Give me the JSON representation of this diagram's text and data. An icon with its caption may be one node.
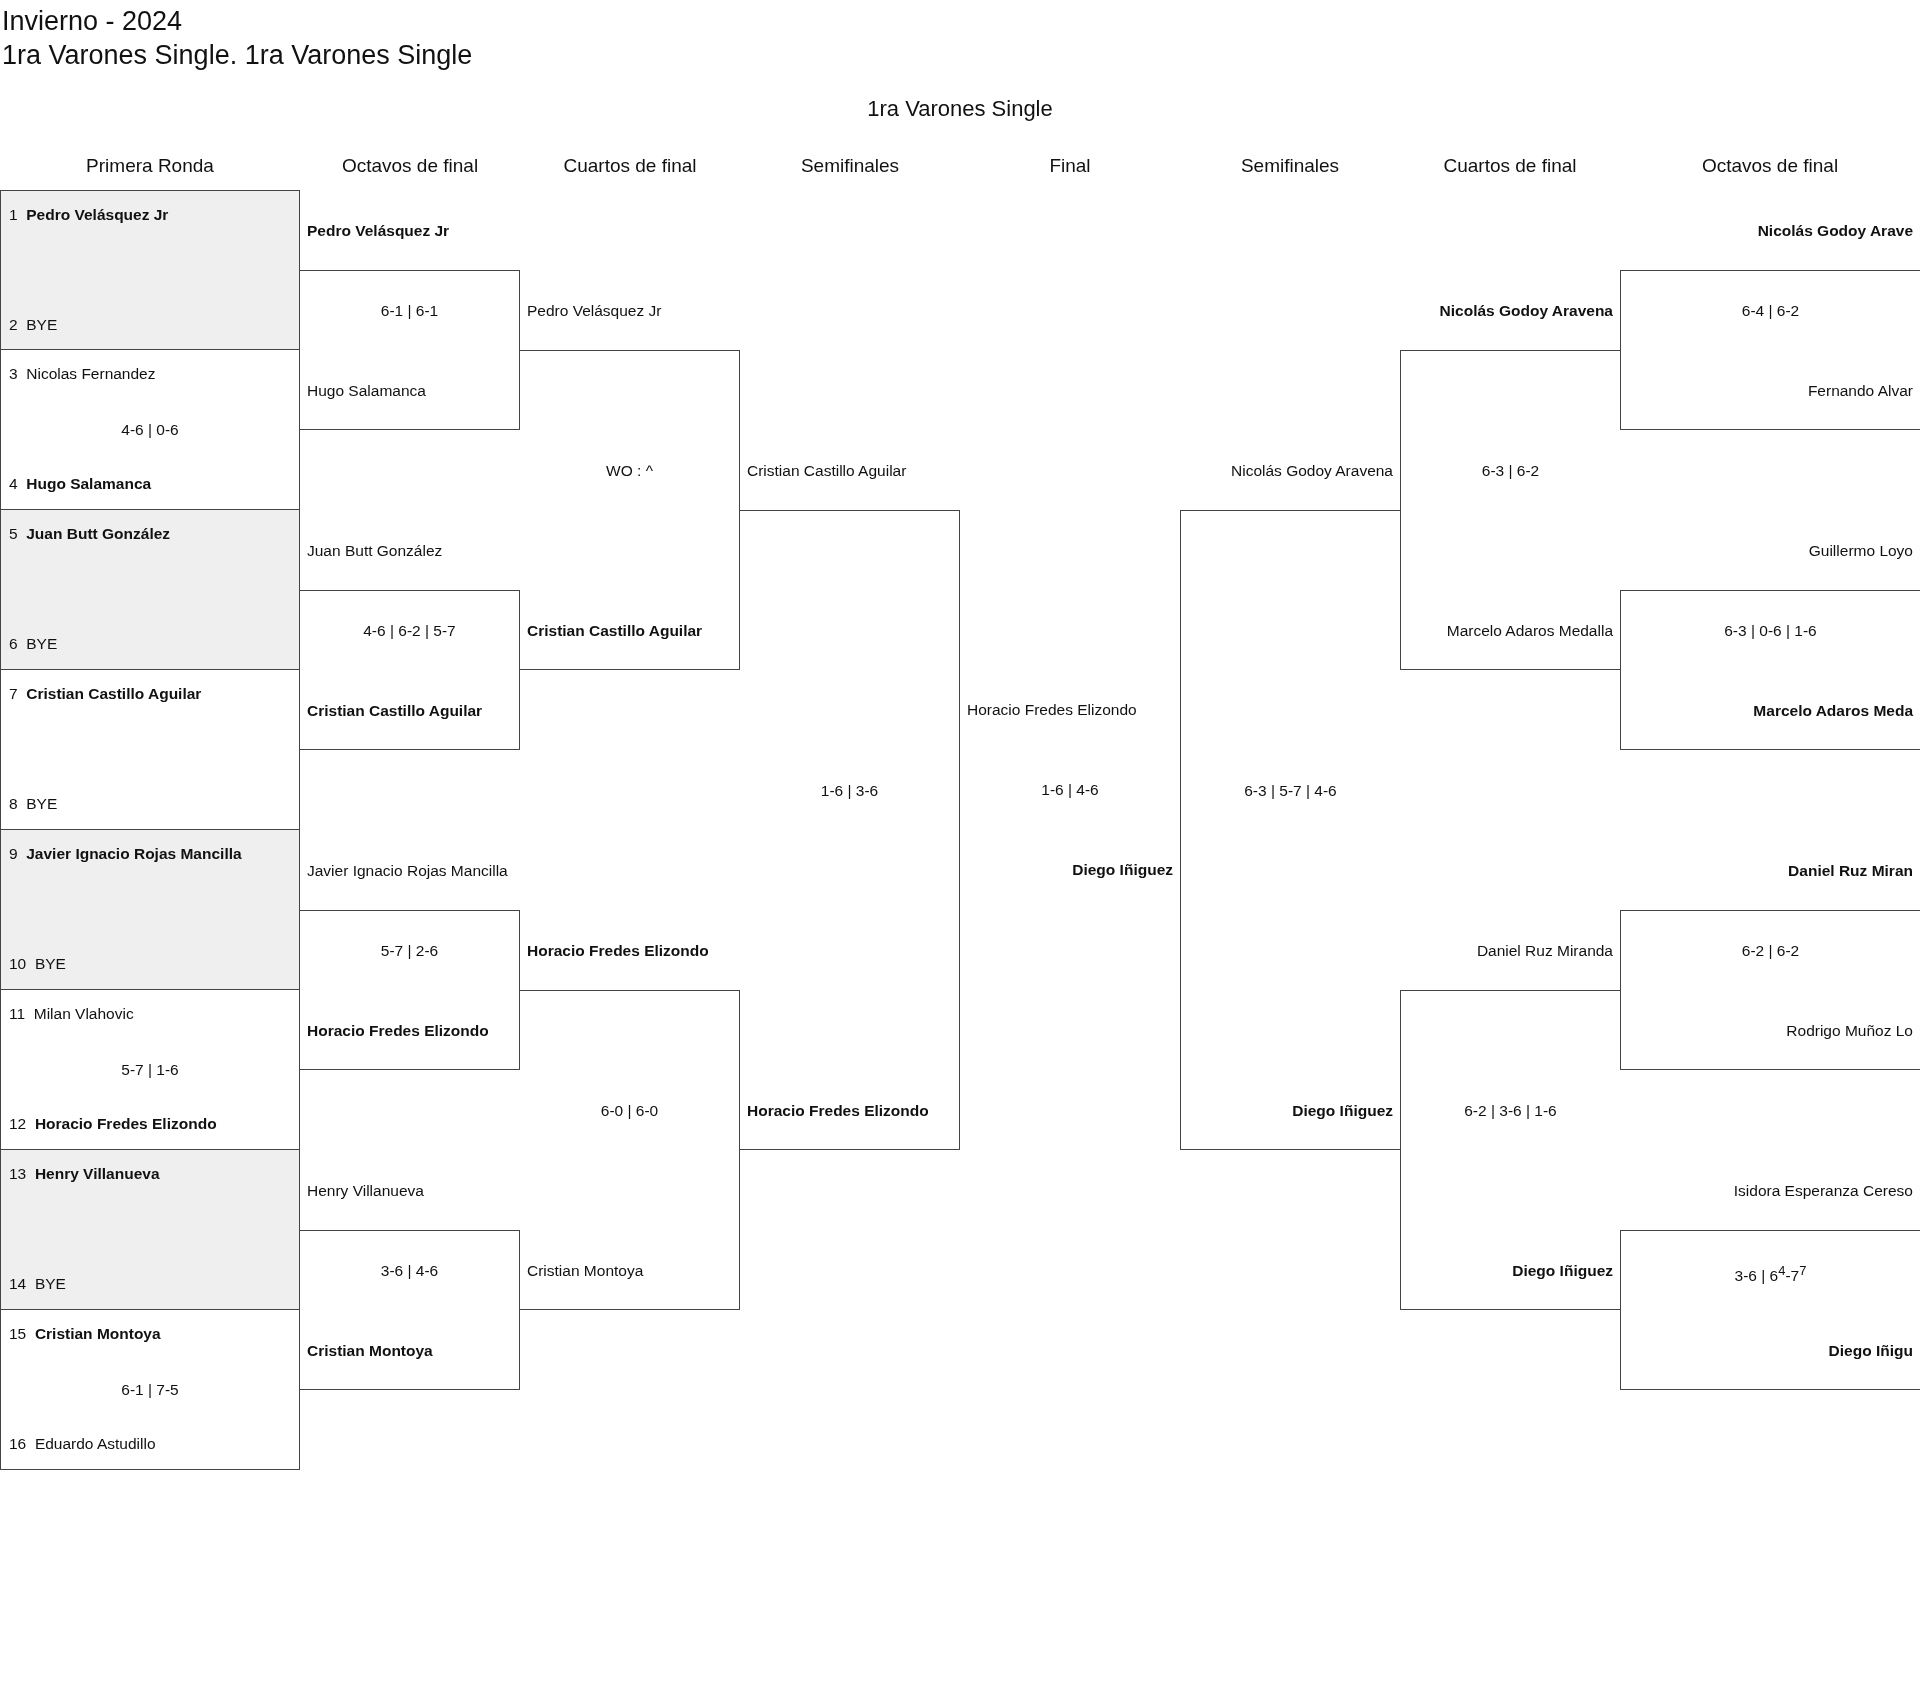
{
  "diagram": {
    "title": "Invierno - 2024",
    "nodes": [
      {
        "text": [
          "1",
          "Pedro Velásquez Jr",
          "2",
          "BYE"
        ]
      },
      {
        "text": [
          "3",
          "Nicolas Fernandez",
          "4-6 | 0-6",
          "4",
          "Hugo Salamanca"
        ]
      },
      {
        "text": [
          "5",
          "Juan Butt González",
          "6",
          "BYE"
        ]
      },
      {
        "text": [
          "7",
          "Cristian Castillo Aguilar",
          "8",
          "BYE"
        ]
      },
      {
        "text": [
          "9",
          "Javier Ignacio Rojas Mancilla",
          "10",
          "BYE"
        ]
      },
      {
        "text": [
          "11",
          "Milan Vlahovic",
          "5-7 | 1-6",
          "12",
          "Horacio Fredes Elizondo"
        ]
      },
      {
        "text": [
          "13",
          "Henry Villanueva",
          "14",
          "BYE"
        ]
      },
      {
        "text": [
          "15",
          "Cristian Montoya",
          "6-1 | 7-5",
          "16",
          "Eduardo Astudillo"
        ]
      },
      {
        "text": [
          "Pedro Velásquez Jr",
          "6-1 | 6-1",
          "Hugo Salamanca"
        ]
      },
      {
        "text": [
          "Juan Butt González",
          "4-6 | 6-2 | 5-7",
          "Cristian Castillo Aguilar"
        ]
      },
      {
        "text": [
          "Javier Ignacio Rojas Mancilla",
          "5-7 | 2-6",
          "Horacio Fredes Elizondo"
        ]
      },
      {
        "text": [
          "Henry Villanueva",
          "3-6 | 4-6",
          "Cristian Montoya"
        ]
      },
      {
        "text": [
          "Pedro Velásquez Jr",
          "WO : ^",
          "Cristian Castillo Aguilar"
        ]
      },
      {
        "text": [
          "Horacio Fredes Elizondo",
          "6-0 | 6-0",
          "Cristian Montoya"
        ]
      },
      {
        "text": [
          "Cristian Castillo Aguilar",
          "1-6 | 3-6",
          "Horacio Fredes Elizondo"
        ]
      },
      {
        "text": [
          "Horacio Fredes Elizondo",
          "1-6 | 4-6",
          "Diego Iñiguez"
        ]
      },
      {
        "text": [
          "Nicolás Godoy Aravena",
          "6-3 | 5-7 | 4-6",
          "Diego Iñiguez"
        ]
      },
      {
        "text": [
          "Nicolás Godoy Aravena",
          "6-3 | 6-2",
          "Marcelo Adaros Medalla"
        ]
      },
      {
        "text": [
          "Daniel Ruz Miranda",
          "6-2 | 3-6 | 1-6",
          "Diego Iñiguez"
        ]
      },
      {
        "text": [
          "Nicolás Godoy Arave",
          "6-4 | 6-2",
          "Fernando Alvar"
        ]
      },
      {
        "text": [
          "Guillermo Loyo",
          "6-3 | 0-6 | 1-6",
          "Marcelo Adaros Meda"
        ]
      },
      {
        "text": [
          "Daniel Ruz Miran",
          "6-2 | 6-2",
          "Rodrigo Muñoz Lo"
        ]
      },
      {
        "text": [
          "Isidora Esperanza Cereso",
          "3-6 | 6$^{4}$-7$^{7}$",
          "Diego Iñigu"
        ]
      }
    ],
    "labels": [
      "1ra Varones Single. 1ra Varones Single",
      "1ra Varones Single",
      "Primera Ronda",
      "Octavos de final",
      "Cuartos de final",
      "Semifinales",
      "Final",
      "Semifinales",
      "Cuartos de final",
      "Octavos de final"
    ]
  }
}
